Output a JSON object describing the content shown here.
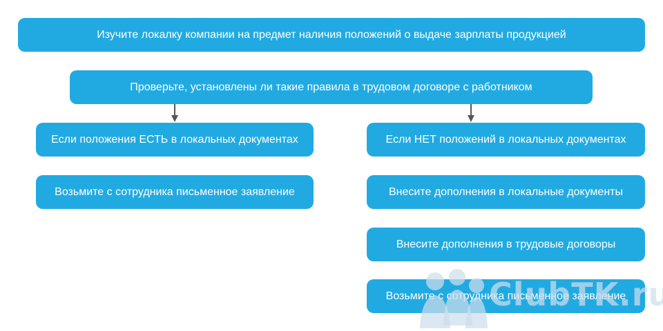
{
  "colors": {
    "box_fill": "#21aae2",
    "box_text": "#ffffff",
    "arrow": "#555555",
    "watermark": "#cddeeb"
  },
  "steps": {
    "intro": "Изучите локалку компании на предмет наличия положений о выдаче зарплаты продукцией",
    "check": "Проверьте, установлены ли такие правила в трудовом договоре с работником"
  },
  "branch_yes": {
    "title": "Если положения ЕСТЬ в локальных документах",
    "actions": [
      "Возьмите с сотрудника письменное заявление"
    ]
  },
  "branch_no": {
    "title": "Если НЕТ положений в локальных документах",
    "actions": [
      "Внесите дополнения в локальные документы",
      "Внесите дополнения в трудовые договоры",
      "Возьмите с сотрудника письменное заявление"
    ]
  },
  "watermark": {
    "text": "ClubTK.ru",
    "logo_icon": "people-group-icon"
  }
}
